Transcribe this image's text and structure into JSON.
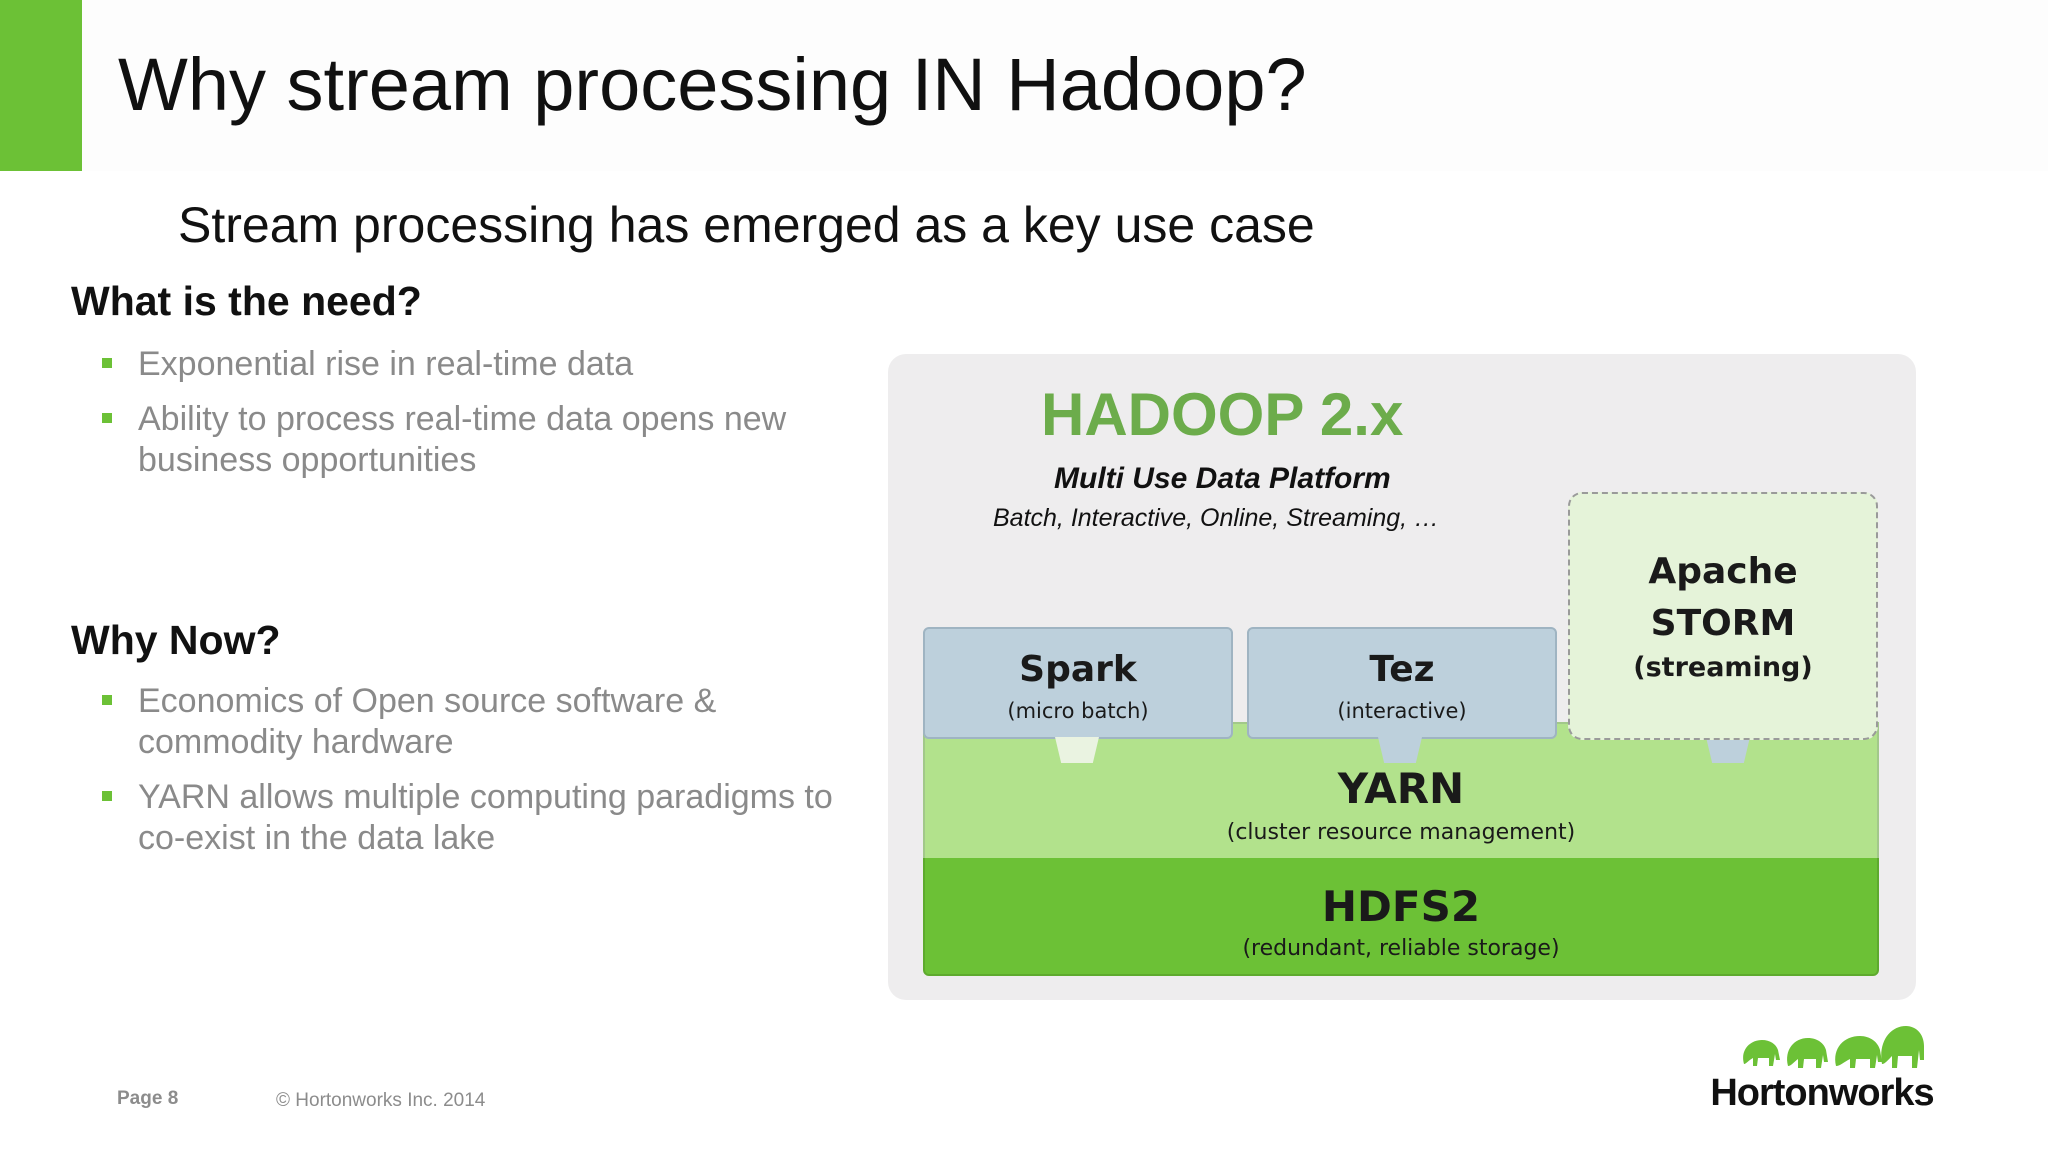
{
  "slide": {
    "title": "Why stream processing IN Hadoop?",
    "subtitle": "Stream processing has emerged as a key use case",
    "accent_color": "#6cc136"
  },
  "need": {
    "heading": "What is the need?",
    "bullets": [
      "Exponential rise in real-time data",
      "Ability to process real-time data opens new business opportunities"
    ]
  },
  "why_now": {
    "heading": "Why Now?",
    "bullets": [
      "Economics of Open source software & commodity hardware",
      "YARN allows multiple computing paradigms to co-exist in the data lake"
    ]
  },
  "diagram": {
    "title": "HADOOP 2.x",
    "platform_title": "Multi Use Data Platform",
    "platform_subtitle": "Batch, Interactive, Online, Streaming, …",
    "engines": [
      {
        "name": "Spark",
        "desc": "(micro batch)"
      },
      {
        "name": "Tez",
        "desc": "(interactive)"
      }
    ],
    "storm": {
      "name_line1": "Apache",
      "name_line2": "STORM",
      "desc": "(streaming)"
    },
    "yarn": {
      "name": "YARN",
      "desc": "(cluster resource management)"
    },
    "hdfs": {
      "name": "HDFS2",
      "desc": "(redundant, reliable storage)"
    },
    "colors": {
      "title_green": "#6cac4b",
      "yarn_layer": "#b2e28c",
      "hdfs_layer": "#6cc136",
      "engine_box": "#bdd0dc",
      "storm_box": "#e5f3d9",
      "panel": "#eeedee"
    }
  },
  "footer": {
    "page": "Page 8",
    "copyright": "© Hortonworks Inc. 2014",
    "logo_text": "Hortonworks",
    "logo_icon": "elephant-herd-icon"
  }
}
